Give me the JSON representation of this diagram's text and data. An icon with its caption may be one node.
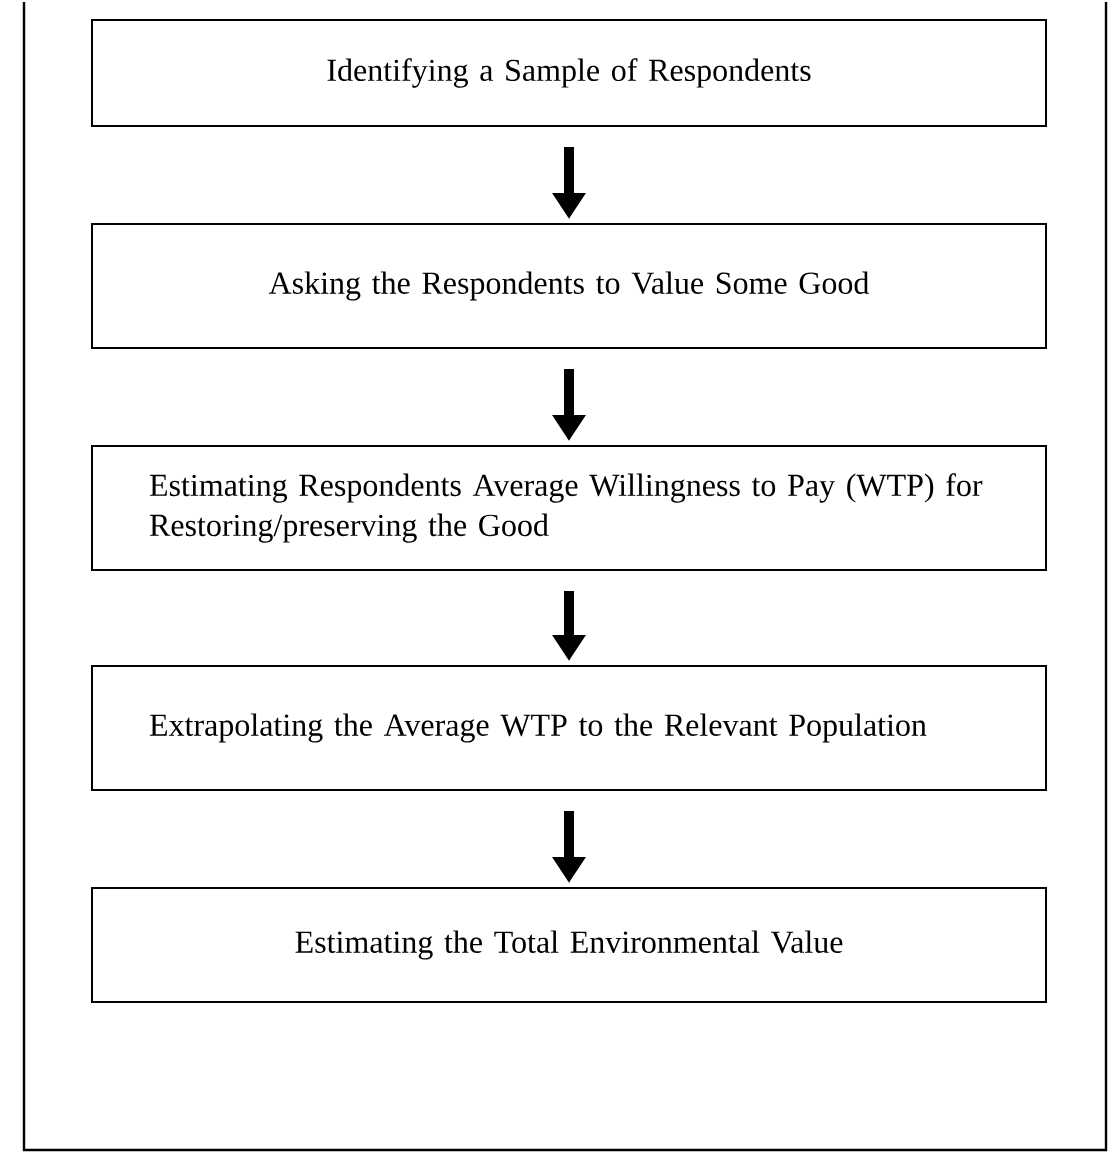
{
  "diagram": {
    "nodes": [
      {
        "text": [
          "Identifying a Sample of Respondents"
        ]
      },
      {
        "text": [
          "Asking the Respondents to Value Some Good"
        ]
      },
      {
        "text": [
          "Estimating Respondents Average Willingness to Pay (WTP) for Restoring/preserving the Good"
        ]
      },
      {
        "text": [
          "Extrapolating the Average WTP to the Relevant Population"
        ]
      },
      {
        "text": [
          "Estimating the Total Environmental Value"
        ]
      }
    ],
    "edges": [
      {
        "from": 0,
        "to": 1,
        "arrow": "to"
      },
      {
        "from": 1,
        "to": 2,
        "arrow": "to"
      },
      {
        "from": 2,
        "to": 3,
        "arrow": "to"
      },
      {
        "from": 3,
        "to": 4,
        "arrow": "to"
      }
    ]
  }
}
